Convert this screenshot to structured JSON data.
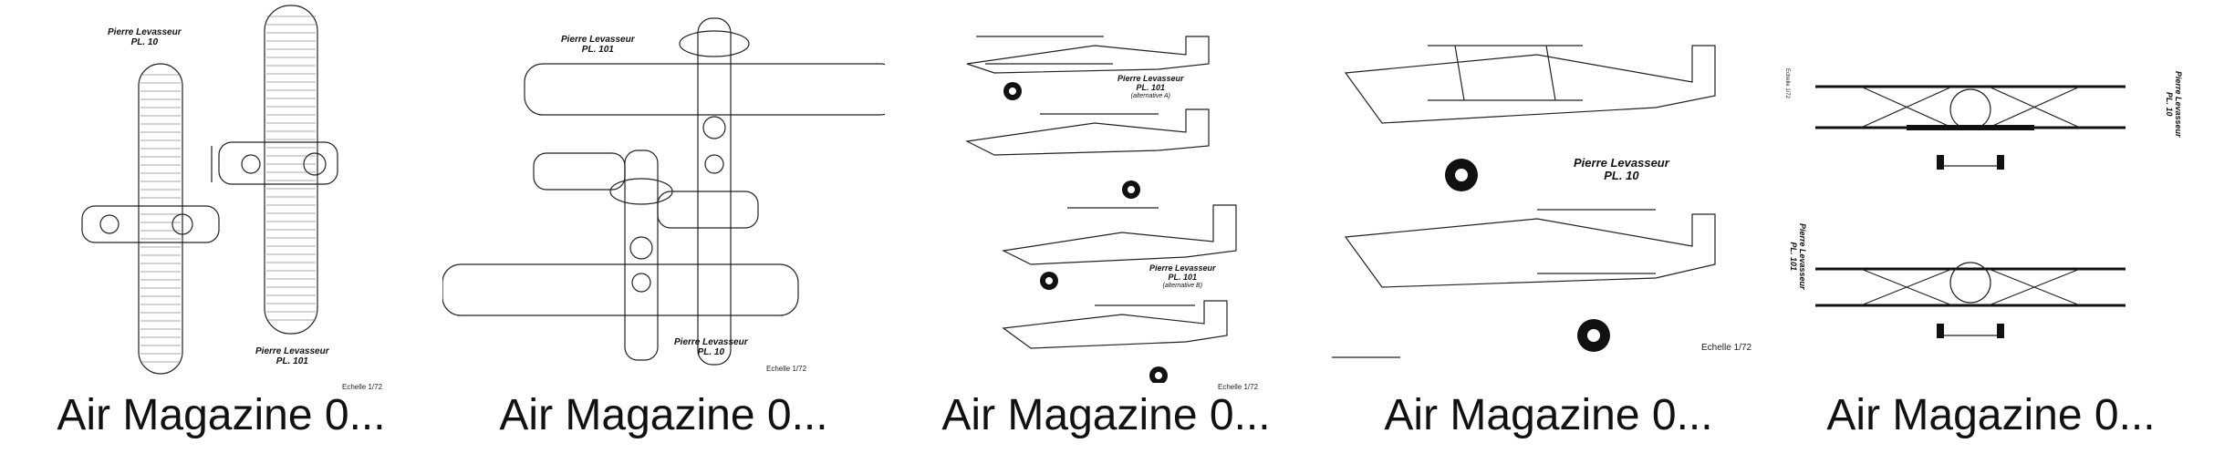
{
  "results": [
    {
      "caption": "Air Magazine 0...",
      "labels": [
        "Pierre Levasseur",
        "PL. 10",
        "Pierre Levasseur",
        "PL. 101"
      ],
      "scale": "Echelle 1/72"
    },
    {
      "caption": "Air Magazine 0...",
      "labels": [
        "Pierre Levasseur",
        "PL. 101",
        "Pierre Levasseur",
        "PL. 10"
      ],
      "scale": "Echelle 1/72"
    },
    {
      "caption": "Air Magazine 0...",
      "labels": [
        "Pierre Levasseur",
        "PL. 101",
        "(alternative A)",
        "Pierre Levasseur",
        "PL. 101",
        "(alternative B)"
      ],
      "scale": "Echelle 1/72"
    },
    {
      "caption": "Air Magazine 0...",
      "labels": [
        "Pierre Levasseur",
        "PL. 10"
      ],
      "scale": "Echelle 1/72"
    },
    {
      "caption": "Air Magazine 0...",
      "labels": [
        "Pierre Levasseur",
        "PL. 10",
        "Pierre Levasseur",
        "PL. 101"
      ],
      "scale": "Echelle 1/72"
    }
  ]
}
